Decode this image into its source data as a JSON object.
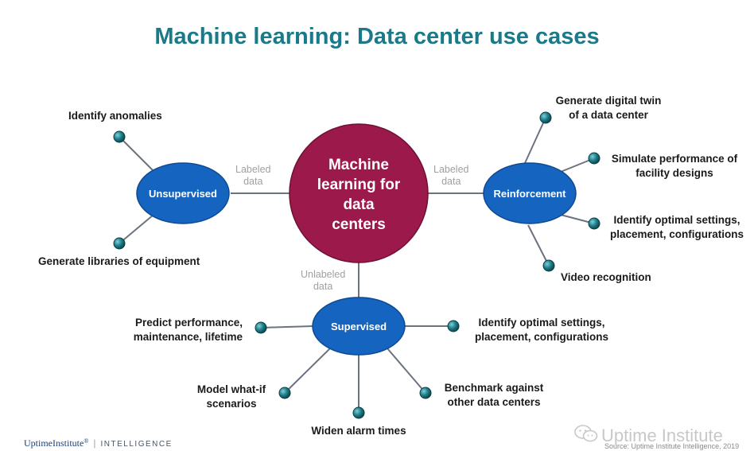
{
  "title": "Machine learning: Data center use cases",
  "center_node": {
    "lines": [
      "Machine",
      "learning for",
      "data",
      "centers"
    ]
  },
  "nodes": {
    "unsupervised": "Unsupervised",
    "reinforcement": "Reinforcement",
    "supervised": "Supervised"
  },
  "edge_labels": {
    "left": [
      "Labeled",
      "data"
    ],
    "right": [
      "Labeled",
      "data"
    ],
    "bottom": [
      "Unlabeled",
      "data"
    ]
  },
  "leaves": {
    "identify_anomalies": [
      "Identify anomalies"
    ],
    "generate_libraries": [
      "Generate libraries of equipment"
    ],
    "digital_twin": [
      "Generate digital twin",
      "of a data center"
    ],
    "simulate_performance": [
      "Simulate performance of",
      "facility designs"
    ],
    "optimal_settings_r": [
      "Identify optimal settings,",
      "placement, configurations"
    ],
    "video_recognition": [
      "Video recognition"
    ],
    "predict_performance": [
      "Predict performance,",
      "maintenance, lifetime"
    ],
    "optimal_settings_s": [
      "Identify optimal settings,",
      "placement, configurations"
    ],
    "model_what_if": [
      "Model what-if",
      "scenarios"
    ],
    "benchmark": [
      "Benchmark against",
      "other data centers"
    ],
    "widen_alarm": [
      "Widen alarm times"
    ]
  },
  "footer": {
    "brand": "UptimeInstitute",
    "tm": "®",
    "separator": "|",
    "division": "INTELLIGENCE"
  },
  "watermark": "Uptime Institute",
  "source": "Source: Uptime Institute Intelligence, 2019",
  "colors": {
    "title": "#1a7a8a",
    "center": "#9b1a4b",
    "node": "#1565c0",
    "dot": "#1f6f7a",
    "line": "#6b7280"
  }
}
